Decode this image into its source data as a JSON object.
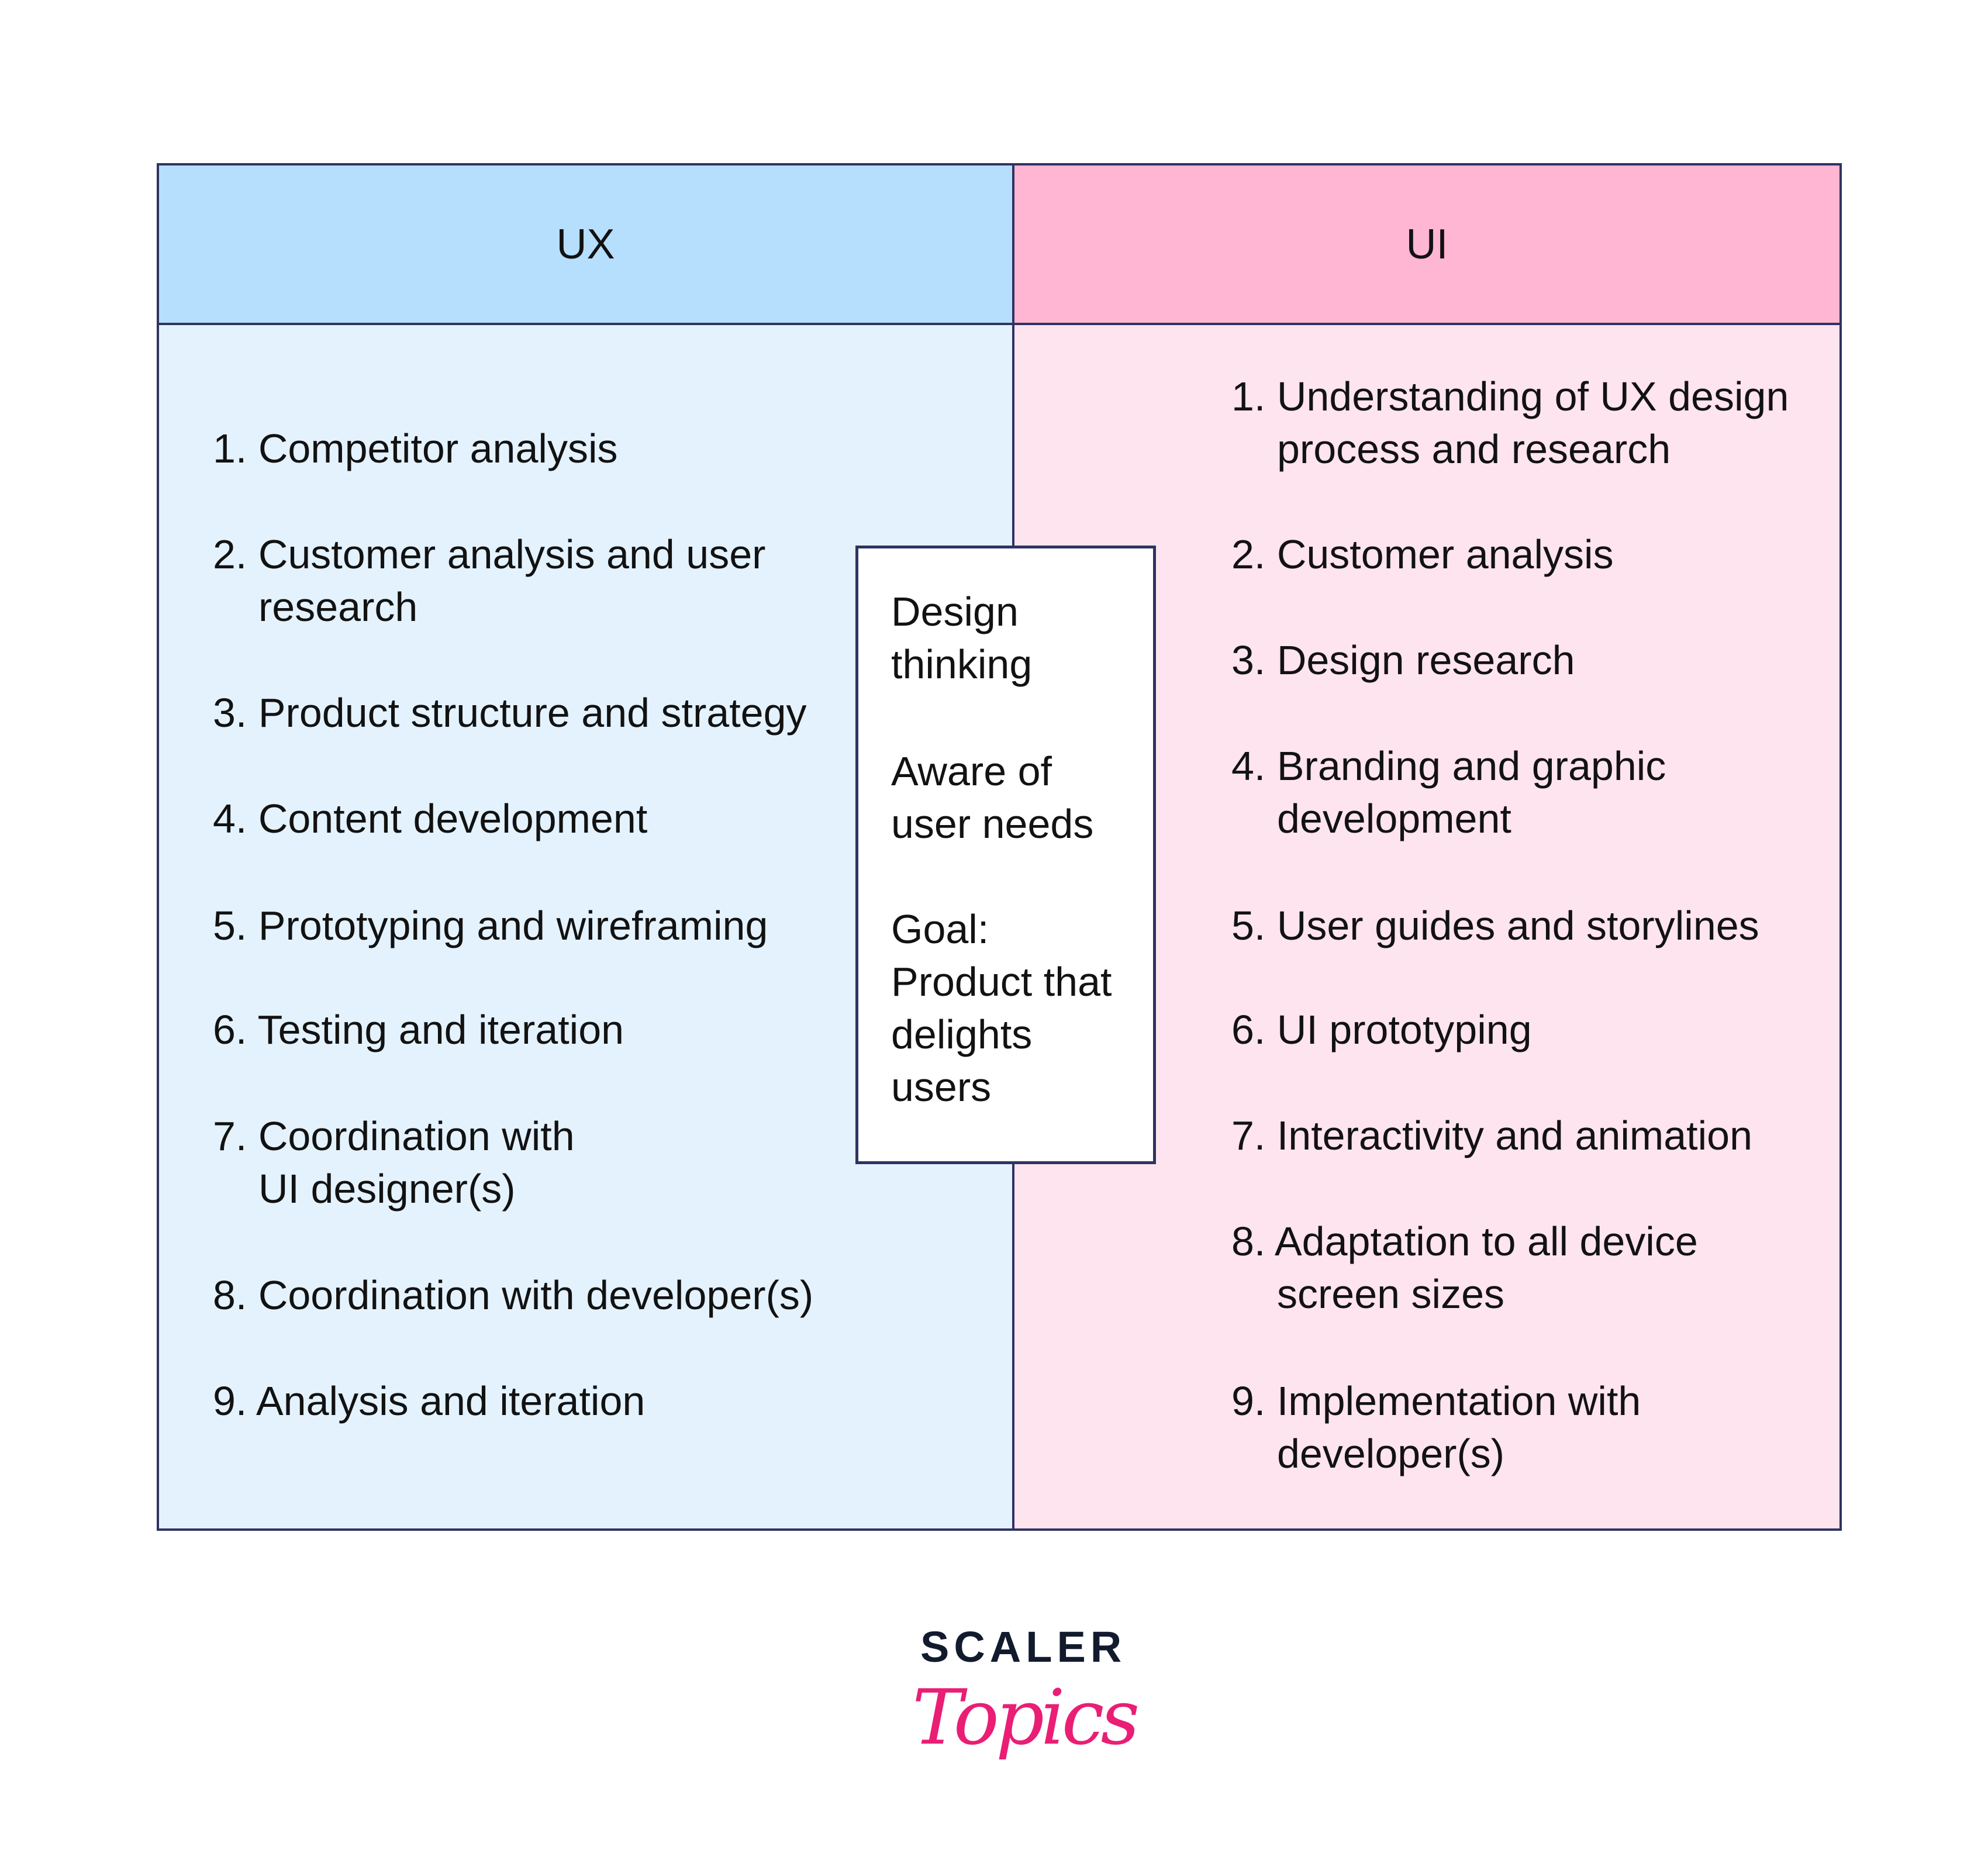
{
  "columns": {
    "ux": {
      "title": "UX",
      "items": [
        "1. Competitor analysis",
        "2. Customer analysis and user\nresearch",
        "3. Product structure and strategy",
        "4. Content development",
        "5. Prototyping and wireframing",
        "6. Testing and iteration",
        "7. Coordination with\nUI designer(s)",
        "8. Coordination with developer(s)",
        "9. Analysis and iteration"
      ]
    },
    "ui": {
      "title": "UI",
      "items": [
        "1. Understanding of UX design\nprocess and research",
        "2. Customer analysis",
        "3. Design research",
        "4. Branding and graphic\ndevelopment",
        "5. User guides and storylines",
        "6. UI prototyping",
        "7. Interactivity and animation",
        "8. Adaptation to all device\nscreen sizes",
        "9. Implementation with\ndeveloper(s)"
      ]
    }
  },
  "overlap": {
    "items": [
      "Design\nthinking",
      "Aware of\nuser needs",
      "Goal:\nProduct that\ndelights\nusers"
    ]
  },
  "logo": {
    "line1": "SCALER",
    "line2": "Topics"
  },
  "colors": {
    "ux_header": "#b6defd",
    "ux_body": "#e4f2fe",
    "ui_header": "#ffb6d3",
    "ui_body": "#fee4ef",
    "border": "#2f3361",
    "brand_pink": "#e91e74",
    "brand_dark": "#121a2e"
  }
}
